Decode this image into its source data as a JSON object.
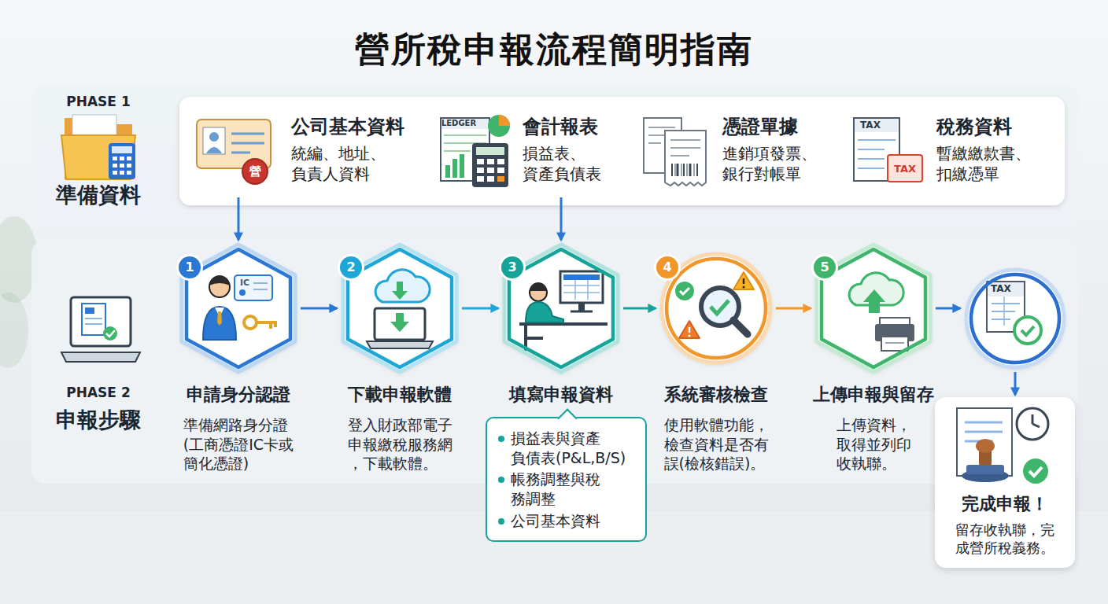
{
  "diagram": {
    "title": "營所稅申報流程簡明指南",
    "nodes": [
      {
        "text": [
          "PHASE 1",
          "準備資料"
        ]
      },
      {
        "text": [
          "公司基本資料",
          "統編、地址、 負責人資料"
        ],
        "in": 0
      },
      {
        "text": [
          "會計報表",
          "損益表、 資產負債表"
        ],
        "in": 0
      },
      {
        "text": [
          "憑證單據",
          "進銷項發票、 銀行對帳單"
        ],
        "in": 0
      },
      {
        "text": [
          "稅務資料",
          "暫繳繳款書、 扣繳憑單"
        ],
        "in": 0
      },
      {
        "text": [
          "PHASE 2",
          "申報步驟"
        ]
      },
      {
        "text": [
          "1",
          "申請身分認證",
          "準備網路身分證 (工商憑證IC卡或 簡化憑證)"
        ],
        "in": 5
      },
      {
        "text": [
          "2",
          "下載申報軟體",
          "登入財政部電子 申報繳稅服務網 ，下載軟體。"
        ],
        "in": 5
      },
      {
        "text": [
          "3",
          "填寫申報資料"
        ],
        "in": 5
      },
      {
        "text": [
          "4",
          "系統審核檢查",
          "使用軟體功能， 檢查資料是否有 誤(檢核錯誤)。"
        ],
        "in": 5
      },
      {
        "text": [
          "5",
          "上傳申報與留存",
          "上傳資料， 取得並列印 收執聯。"
        ],
        "in": 5
      },
      {
        "text": [
          "損益表與資產 負債表(P&L,B/S)",
          "帳務調整與稅 務調整",
          "公司基本資料"
        ]
      },
      {
        "text": [
          "TAX"
        ],
        "in": 5
      },
      {
        "text": [
          "完成申報！",
          "留存收執聯，完 成營所稅義務。"
        ]
      }
    ],
    "edges": [
      {
        "from": 1,
        "to": 6,
        "arrow": "to"
      },
      {
        "from": 2,
        "to": 8,
        "arrow": "to"
      },
      {
        "from": 6,
        "to": 7,
        "arrow": "to"
      },
      {
        "from": 7,
        "to": 8,
        "arrow": "to"
      },
      {
        "from": 8,
        "to": 9,
        "arrow": "to"
      },
      {
        "from": 9,
        "to": 10,
        "arrow": "to"
      },
      {
        "from": 10,
        "to": 12,
        "arrow": "to"
      },
      {
        "from": 12,
        "to": 13,
        "arrow": "to"
      }
    ],
    "labels": [
      "營",
      "LEDGER",
      "TAX",
      "TAX",
      "IC"
    ]
  }
}
